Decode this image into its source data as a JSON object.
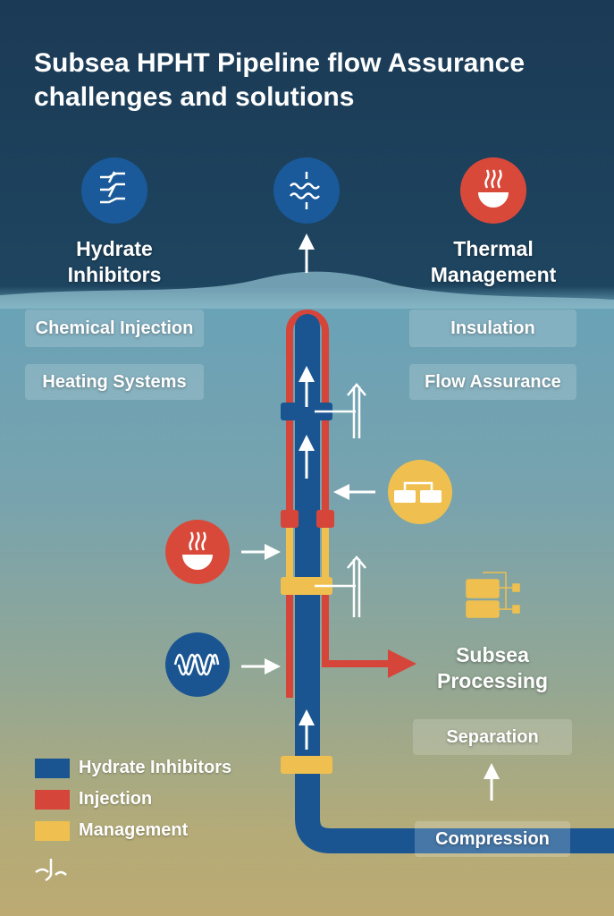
{
  "title": "Subsea HPHT Pipeline flow Assurance challenges and solutions",
  "left_heading": {
    "line1": "Hydrate",
    "line2": "Inhibitors"
  },
  "right_heading": {
    "line1": "Thermal",
    "line2": "Management"
  },
  "left_boxes": [
    "Chemical Injection",
    "Heating Systems"
  ],
  "right_boxes": [
    "Insulation",
    "Flow Assurance"
  ],
  "processing": {
    "line1": "Subsea",
    "line2": "Processing",
    "steps": [
      "Separation",
      "Compression"
    ]
  },
  "legend": [
    {
      "label": "Hydrate Inhibitors",
      "color": "#1a5592"
    },
    {
      "label": "Injection",
      "color": "#d6453a"
    },
    {
      "label": "Management",
      "color": "#efc04f"
    }
  ],
  "colors": {
    "blue": "#1a5592",
    "red": "#d6453a",
    "yellow": "#efc04f"
  }
}
